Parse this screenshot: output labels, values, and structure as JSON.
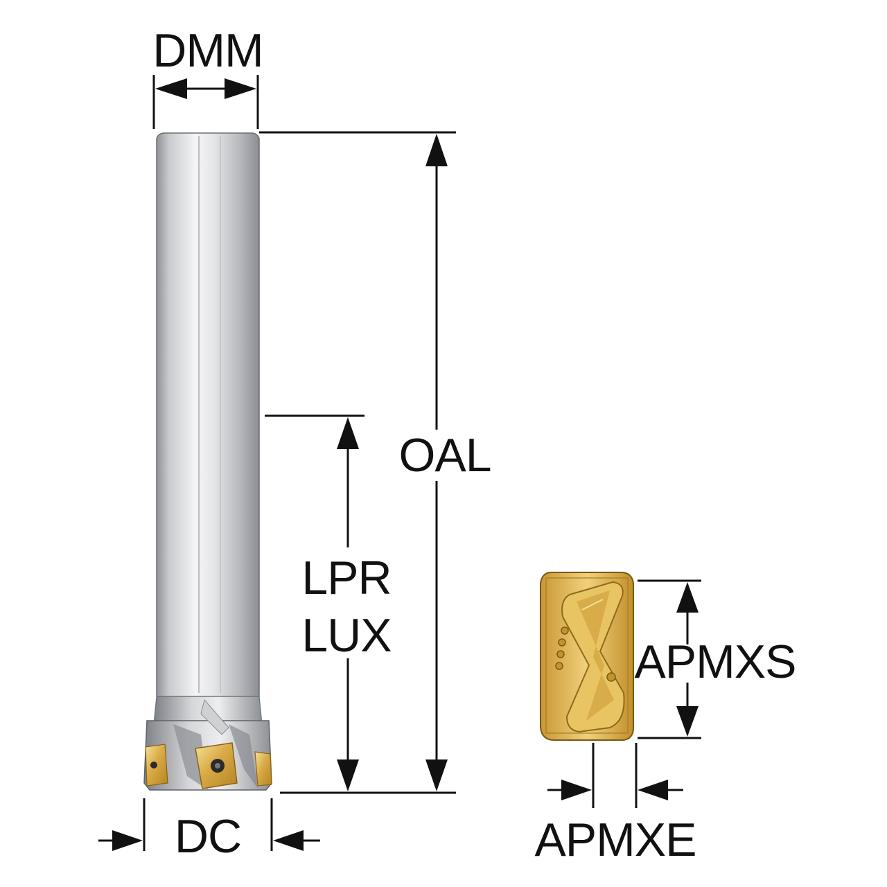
{
  "labels": {
    "dmm": "DMM",
    "oal": "OAL",
    "lpr": "LPR",
    "lux": "LUX",
    "dc": "DC",
    "apmxs": "APMXS",
    "apmxe": "APMXE"
  },
  "colors": {
    "line": "#111111",
    "shank_light": "#f2f2f3",
    "shank_dark": "#9ea1a6",
    "insert_gold_light": "#f3d981",
    "insert_gold_dark": "#a87b1c"
  }
}
